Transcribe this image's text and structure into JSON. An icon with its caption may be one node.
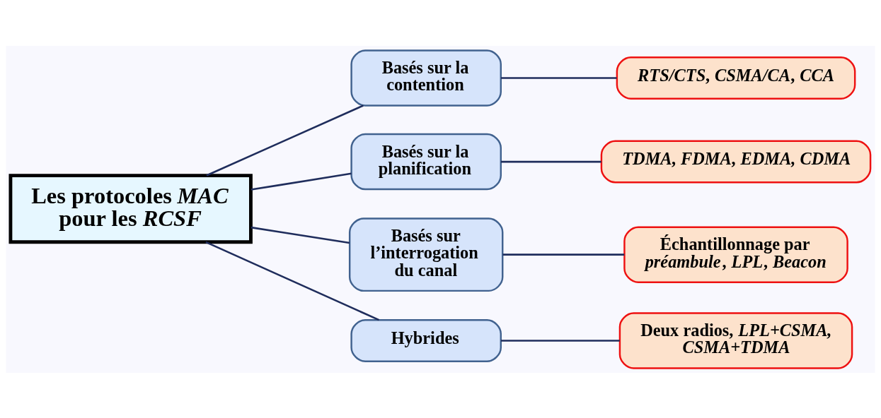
{
  "diagram": {
    "nodes": [
      {
        "text": [
          "Les protocoles *MAC* pour les *RCSF*"
        ]
      },
      {
        "text": [
          "Basés sur la contention"
        ]
      },
      {
        "text": [
          "Basés sur la planification"
        ]
      },
      {
        "text": [
          "Basés sur l’interrogation du canal"
        ]
      },
      {
        "text": [
          "Hybrides"
        ]
      },
      {
        "text": [
          "*RTS/CTS*, *CSMA/CA*, *CCA*"
        ]
      },
      {
        "text": [
          "*TDMA*, *FDMA*, *EDMA, CDMA*"
        ]
      },
      {
        "text": [
          "Échantillonnage par *préambule*, *LPL*, *Beacon*"
        ]
      },
      {
        "text": [
          "Deux radios, *LPL+CSMA*, *CSMA+TDMA*"
        ]
      }
    ],
    "edges": [
      {
        "from": 0,
        "to": 1,
        "arrow": "none"
      },
      {
        "from": 0,
        "to": 2,
        "arrow": "none"
      },
      {
        "from": 0,
        "to": 3,
        "arrow": "none"
      },
      {
        "from": 0,
        "to": 4,
        "arrow": "none"
      },
      {
        "from": 1,
        "to": 5,
        "arrow": "none"
      },
      {
        "from": 2,
        "to": 6,
        "arrow": "none"
      },
      {
        "from": 3,
        "to": 7,
        "arrow": "none"
      },
      {
        "from": 4,
        "to": 8,
        "arrow": "none"
      }
    ]
  }
}
